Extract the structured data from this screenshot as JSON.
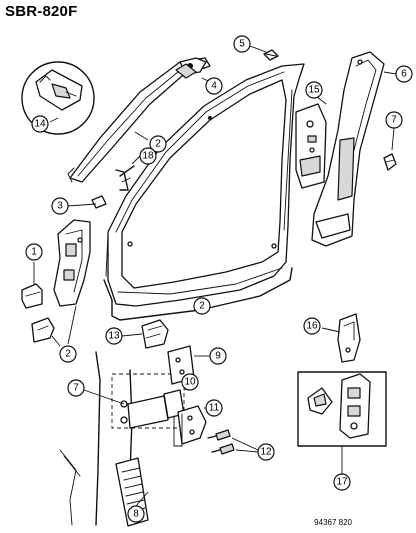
{
  "diagram_id": "SBR-820F",
  "footer_code": "94367  820",
  "callouts": [
    {
      "id": "c1",
      "label": "1"
    },
    {
      "id": "c2a",
      "label": "2"
    },
    {
      "id": "c2b",
      "label": "2"
    },
    {
      "id": "c2c",
      "label": "2"
    },
    {
      "id": "c3",
      "label": "3"
    },
    {
      "id": "c4",
      "label": "4"
    },
    {
      "id": "c5",
      "label": "5"
    },
    {
      "id": "c6",
      "label": "6"
    },
    {
      "id": "c7a",
      "label": "7"
    },
    {
      "id": "c7b",
      "label": "7"
    },
    {
      "id": "c8",
      "label": "8"
    },
    {
      "id": "c9",
      "label": "9"
    },
    {
      "id": "c10",
      "label": "10"
    },
    {
      "id": "c11",
      "label": "11"
    },
    {
      "id": "c12",
      "label": "12"
    },
    {
      "id": "c13",
      "label": "13"
    },
    {
      "id": "c14",
      "label": "14"
    },
    {
      "id": "c15",
      "label": "15"
    },
    {
      "id": "c16",
      "label": "16"
    },
    {
      "id": "c17",
      "label": "17"
    },
    {
      "id": "c18",
      "label": "18"
    }
  ]
}
